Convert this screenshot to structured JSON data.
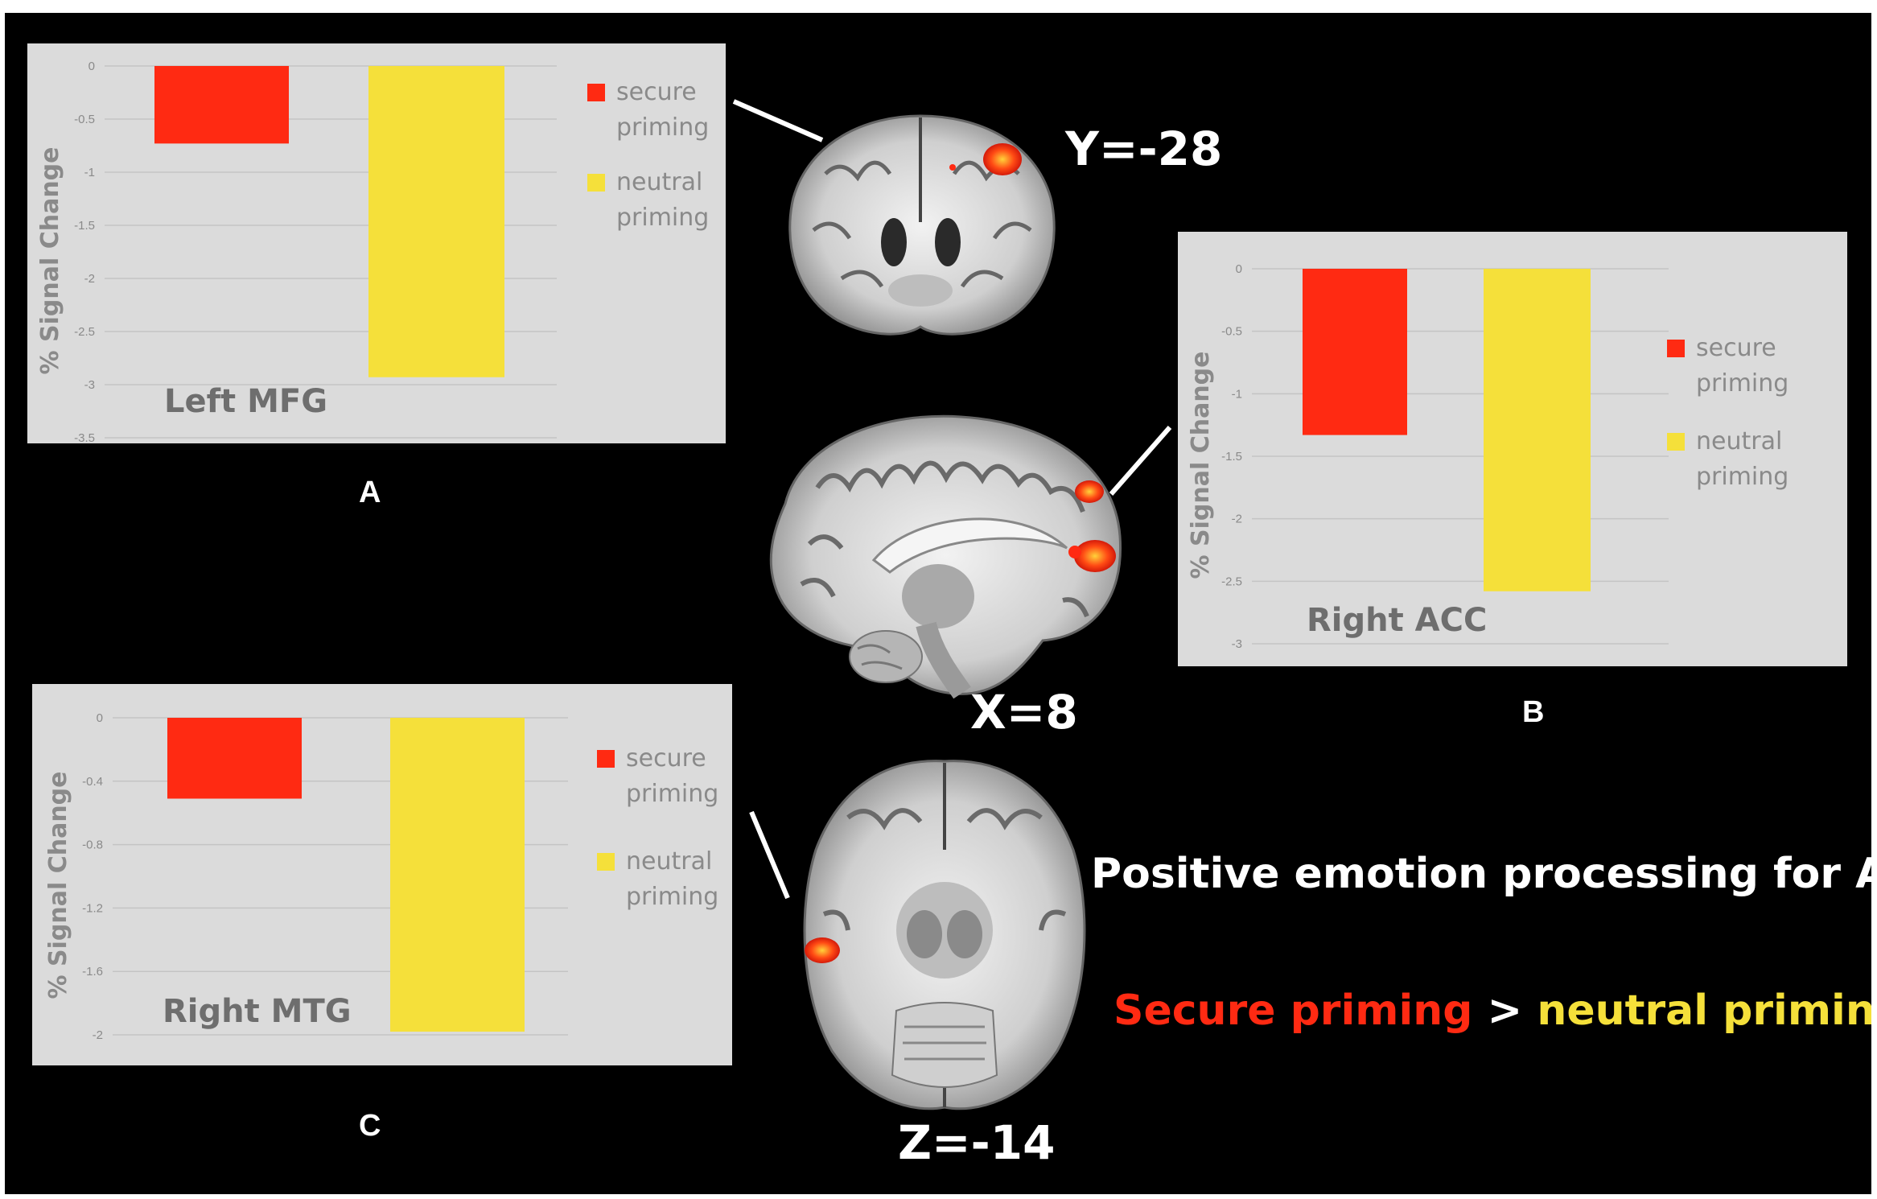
{
  "colors": {
    "secure": "#ff2a12",
    "neutral": "#f5e03a",
    "axis_text": "#8a8a8a",
    "panel_bg": "#dbdbdb",
    "figure_bg": "#000000"
  },
  "chart_data": [
    {
      "type": "bar",
      "panel": "A",
      "region_label": "Left MFG",
      "ylabel": "% Signal Change",
      "ylim": [
        -3.5,
        0
      ],
      "yticks": [
        "0",
        "-0.5",
        "-1",
        "-1.5",
        "-2",
        "-2.5",
        "-3",
        "-3.5"
      ],
      "ytick_values": [
        0,
        -0.5,
        -1,
        -1.5,
        -2,
        -2.5,
        -3,
        -3.5
      ],
      "grid": true,
      "legend_position": "right",
      "series": [
        {
          "name": "secure priming",
          "legend_line1": "secure",
          "legend_line2": "priming",
          "value": -0.73
        },
        {
          "name": "neutral priming",
          "legend_line1": "neutral",
          "legend_line2": "priming",
          "value": -2.93
        }
      ]
    },
    {
      "type": "bar",
      "panel": "B",
      "region_label": "Right ACC",
      "ylabel": "% Signal Change",
      "ylim": [
        -3,
        0
      ],
      "yticks": [
        "0",
        "-0.5",
        "-1",
        "-1.5",
        "-2",
        "-2.5",
        "-3"
      ],
      "ytick_values": [
        0,
        -0.5,
        -1,
        -1.5,
        -2,
        -2.5,
        -3
      ],
      "grid": true,
      "legend_position": "right",
      "series": [
        {
          "name": "secure priming",
          "legend_line1": "secure",
          "legend_line2": "priming",
          "value": -1.33
        },
        {
          "name": "neutral priming",
          "legend_line1": "neutral",
          "legend_line2": "priming",
          "value": -2.58
        }
      ]
    },
    {
      "type": "bar",
      "panel": "C",
      "region_label": "Right MTG",
      "ylabel": "% Signal Change",
      "ylim": [
        -2,
        0
      ],
      "yticks": [
        "0",
        "-0.4",
        "-0.8",
        "-1.2",
        "-1.6",
        "-2"
      ],
      "ytick_values": [
        0,
        -0.4,
        -0.8,
        -1.2,
        -1.6,
        -2
      ],
      "grid": true,
      "legend_position": "right",
      "series": [
        {
          "name": "secure priming",
          "legend_line1": "secure",
          "legend_line2": "priming",
          "value": -0.51
        },
        {
          "name": "neutral priming",
          "legend_line1": "neutral",
          "legend_line2": "priming",
          "value": -1.98
        }
      ]
    }
  ],
  "brain_slices": {
    "coronal": {
      "label": "Y=-28"
    },
    "sagittal": {
      "label": "X=8"
    },
    "axial": {
      "label": "Z=-14"
    }
  },
  "headline": "Positive emotion processing for AX",
  "contrast": {
    "left": "Secure priming",
    "operator": " > ",
    "right": "neutral priming"
  }
}
